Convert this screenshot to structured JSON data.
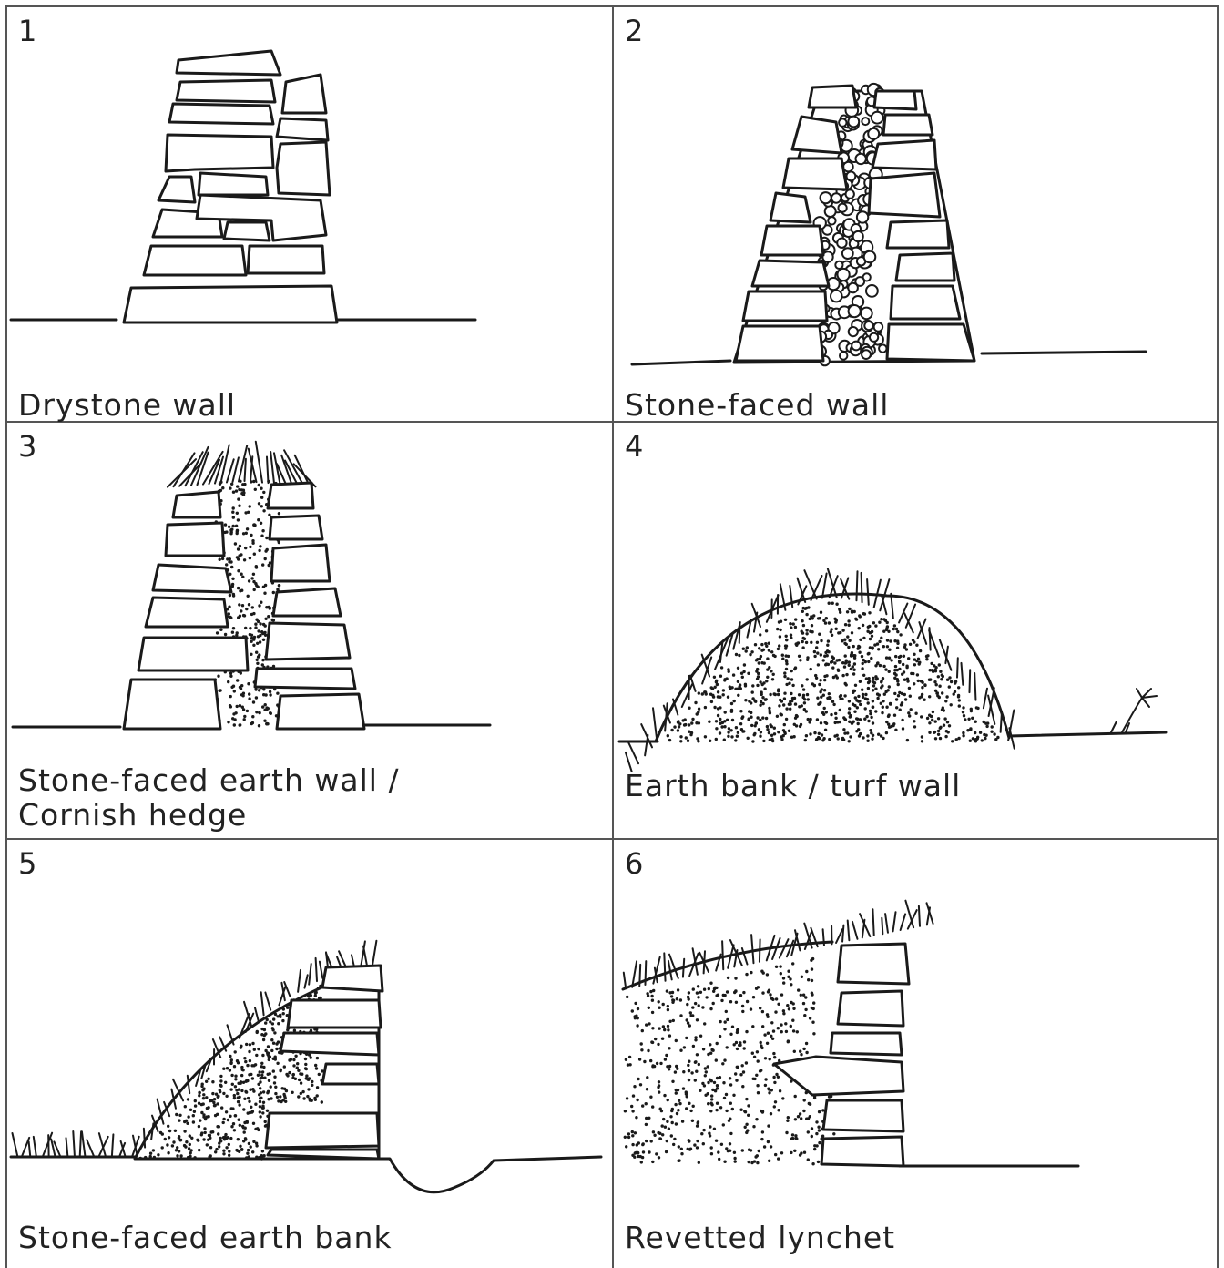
{
  "panels": [
    {
      "number": "1",
      "caption": "Drystone wall"
    },
    {
      "number": "2",
      "caption": "Stone-faced wall"
    },
    {
      "number": "3",
      "caption": "Stone-faced earth wall /\nCornish hedge"
    },
    {
      "number": "4",
      "caption": "Earth bank / turf wall"
    },
    {
      "number": "5",
      "caption": "Stone-faced earth bank"
    },
    {
      "number": "6",
      "caption": "Revetted lynchet"
    }
  ],
  "colors": {
    "ink": "#1a1a1a",
    "border": "#555555",
    "background": "#ffffff"
  }
}
